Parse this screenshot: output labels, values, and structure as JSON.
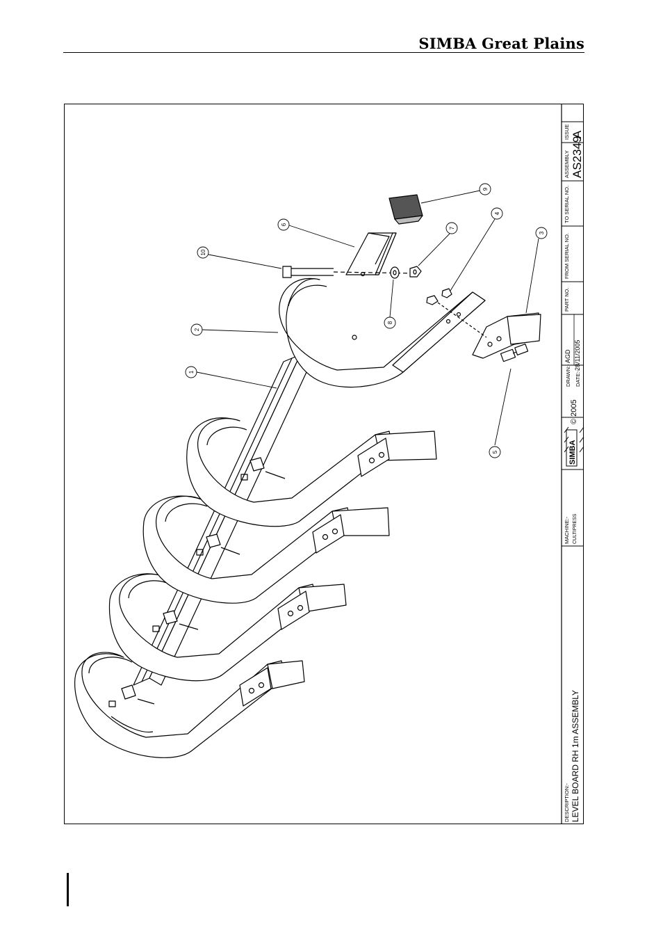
{
  "header": {
    "brand": "SIMBA Great Plains"
  },
  "drawing": {
    "balloons": [
      "1",
      "2",
      "3",
      "4",
      "5",
      "6",
      "7",
      "8",
      "9",
      "10"
    ]
  },
  "title_block": {
    "description_label": "DESCRIPTION:-",
    "description": "LEVEL BOARD RH 1m ASSEMBLY",
    "machine_label": "MACHINE:-",
    "machine": "CULTIPRESS",
    "logo_text": "SIMBA",
    "copyright": "© 2005",
    "drawn_label": "DRAWN:-",
    "drawn": "AGD",
    "date_label": "DATE:-",
    "date": "28/11/2005",
    "part_no_label": "PART NO.",
    "from_serial_label": "FROM SERIAL NO.",
    "to_serial_label": "TO SERIAL NO.",
    "assembly_label": "ASSEMBLY",
    "assembly": "AS2349",
    "issue_label": "ISSUE",
    "issue": "A"
  }
}
